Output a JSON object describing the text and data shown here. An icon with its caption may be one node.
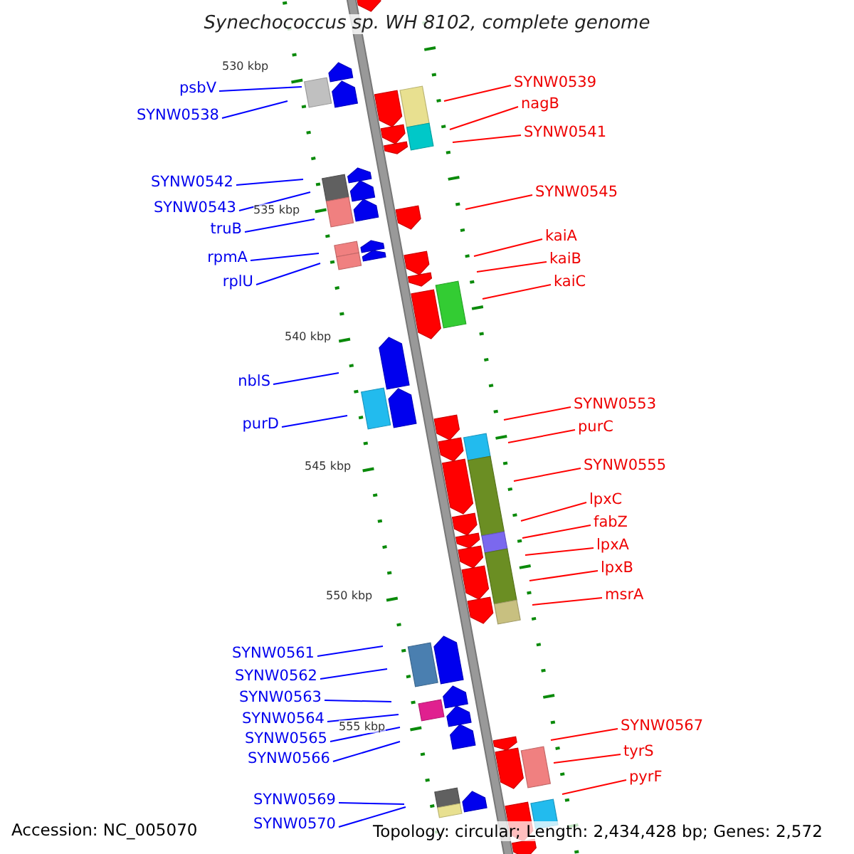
{
  "diagram": {
    "title": "Synechococcus sp. WH 8102, complete genome",
    "nodes": [
      {
        "text": [
          "psbV"
        ]
      },
      {
        "text": [
          "SYNW0538"
        ]
      },
      {
        "text": [
          "SYNW0542"
        ]
      },
      {
        "text": [
          "SYNW0543"
        ]
      },
      {
        "text": [
          "truB"
        ]
      },
      {
        "text": [
          "rpmA"
        ]
      },
      {
        "text": [
          "rplU"
        ]
      },
      {
        "text": [
          "nblS"
        ]
      },
      {
        "text": [
          "purD"
        ]
      },
      {
        "text": [
          "SYNW0561"
        ]
      },
      {
        "text": [
          "SYNW0562"
        ]
      },
      {
        "text": [
          "SYNW0563"
        ]
      },
      {
        "text": [
          "SYNW0564"
        ]
      },
      {
        "text": [
          "SYNW0565"
        ]
      },
      {
        "text": [
          "SYNW0566"
        ]
      },
      {
        "text": [
          "SYNW0569"
        ]
      },
      {
        "text": [
          "SYNW0570"
        ]
      },
      {
        "text": [
          "SYNW0539"
        ]
      },
      {
        "text": [
          "nagB"
        ]
      },
      {
        "text": [
          "SYNW0541"
        ]
      },
      {
        "text": [
          "SYNW0545"
        ]
      },
      {
        "text": [
          "kaiA"
        ]
      },
      {
        "text": [
          "kaiB"
        ]
      },
      {
        "text": [
          "kaiC"
        ]
      },
      {
        "text": [
          "SYNW0553"
        ]
      },
      {
        "text": [
          "purC"
        ]
      },
      {
        "text": [
          "SYNW0555"
        ]
      },
      {
        "text": [
          "lpxC"
        ]
      },
      {
        "text": [
          "fabZ"
        ]
      },
      {
        "text": [
          "lpxA"
        ]
      },
      {
        "text": [
          "lpxB"
        ]
      },
      {
        "text": [
          "msrA"
        ]
      },
      {
        "text": [
          "SYNW0567"
        ]
      },
      {
        "text": [
          "tyrS"
        ]
      },
      {
        "text": [
          "pyrF"
        ]
      }
    ],
    "edges": [
      {
        "from": 0,
        "to": null,
        "arrow": "none",
        "color": "#0000ff"
      },
      {
        "from": 1,
        "to": null,
        "arrow": "none",
        "color": "#0000ff"
      },
      {
        "from": 2,
        "to": null,
        "arrow": "none",
        "color": "#0000ff"
      },
      {
        "from": 3,
        "to": null,
        "arrow": "none",
        "color": "#0000ff"
      },
      {
        "from": 4,
        "to": null,
        "arrow": "none",
        "color": "#0000ff"
      },
      {
        "from": 5,
        "to": null,
        "arrow": "none",
        "color": "#0000ff"
      },
      {
        "from": 6,
        "to": null,
        "arrow": "none",
        "color": "#0000ff"
      },
      {
        "from": 7,
        "to": null,
        "arrow": "none",
        "color": "#0000ff"
      },
      {
        "from": 8,
        "to": null,
        "arrow": "none",
        "color": "#0000ff"
      },
      {
        "from": 9,
        "to": null,
        "arrow": "none",
        "color": "#0000ff"
      },
      {
        "from": 10,
        "to": null,
        "arrow": "none",
        "color": "#0000ff"
      },
      {
        "from": 11,
        "to": null,
        "arrow": "none",
        "color": "#0000ff"
      },
      {
        "from": 12,
        "to": null,
        "arrow": "none",
        "color": "#0000ff"
      },
      {
        "from": 13,
        "to": null,
        "arrow": "none",
        "color": "#0000ff"
      },
      {
        "from": 14,
        "to": null,
        "arrow": "none",
        "color": "#0000ff"
      },
      {
        "from": 15,
        "to": null,
        "arrow": "none",
        "color": "#0000ff"
      },
      {
        "from": 16,
        "to": null,
        "arrow": "none",
        "color": "#0000ff"
      },
      {
        "from": 17,
        "to": null,
        "arrow": "none"
      },
      {
        "from": 18,
        "to": null,
        "arrow": "none"
      },
      {
        "from": 19,
        "to": null,
        "arrow": "none"
      },
      {
        "from": 20,
        "to": null,
        "arrow": "none"
      },
      {
        "from": 21,
        "to": null,
        "arrow": "none"
      },
      {
        "from": 22,
        "to": null,
        "arrow": "none"
      },
      {
        "from": 23,
        "to": null,
        "arrow": "none"
      },
      {
        "from": 24,
        "to": null,
        "arrow": "none"
      },
      {
        "from": 25,
        "to": null,
        "arrow": "none"
      },
      {
        "from": 26,
        "to": null,
        "arrow": "none"
      },
      {
        "from": 27,
        "to": null,
        "arrow": "none"
      },
      {
        "from": 28,
        "to": null,
        "arrow": "none"
      },
      {
        "from": 29,
        "to": null,
        "arrow": "none"
      },
      {
        "from": 30,
        "to": null,
        "arrow": "none"
      },
      {
        "from": 31,
        "to": null,
        "arrow": "none"
      },
      {
        "from": 32,
        "to": null,
        "arrow": "none"
      },
      {
        "from": 33,
        "to": null,
        "arrow": "none"
      },
      {
        "from": 34,
        "to": null,
        "arrow": "none"
      }
    ],
    "labels": [
      "530 kbp",
      "535 kbp",
      "540 kbp",
      "545 kbp",
      "550 kbp",
      "555 kbp",
      "Accession: NC_005070",
      "Topology: circular; Length: 2,434,428 bp; Genes: 2,572"
    ]
  }
}
